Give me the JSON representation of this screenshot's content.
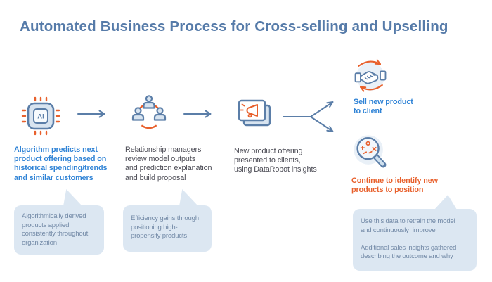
{
  "title": "Automated Business Process for Cross-selling and Upselling",
  "ai_label": "AI",
  "colors": {
    "title_blue": "#567ba9",
    "steel_blue": "#5b7ea8",
    "bright_blue": "#2f83d6",
    "orange": "#e8602c",
    "dark_text": "#4b4b54",
    "bubble_bg": "#dce7f2",
    "bubble_text": "#7289a6",
    "icon_fill": "#d8e4f0",
    "icon_bg_circle": "#e9f0f7"
  },
  "steps": [
    {
      "icon": "ai-chip-icon",
      "label": "Algorithm predicts next\nproduct offering based on\nhistorical spending/trends\nand similar customers",
      "callout": "Algorithmically derived\nproducts applied\nconsistently throughout\norganization"
    },
    {
      "icon": "team-icon",
      "label": "Relationship managers\nreview model outputs\nand prediction explanation\nand build proposal",
      "callout": "Efficiency gains through\npositioning high-\npropensity products"
    },
    {
      "icon": "megaphone-icon",
      "label": "New product offering\npresented to clients,\nusing DataRobot insights"
    }
  ],
  "outcomes": [
    {
      "icon": "handshake-icon",
      "label": "Sell new product\nto client"
    },
    {
      "icon": "magnifier-icon",
      "label": "Continue to identify new\nproducts to position",
      "callout": "Use this data to retrain the model\nand continuously  improve\n\nAdditional sales insights gathered\ndescribing the outcome and why"
    }
  ]
}
